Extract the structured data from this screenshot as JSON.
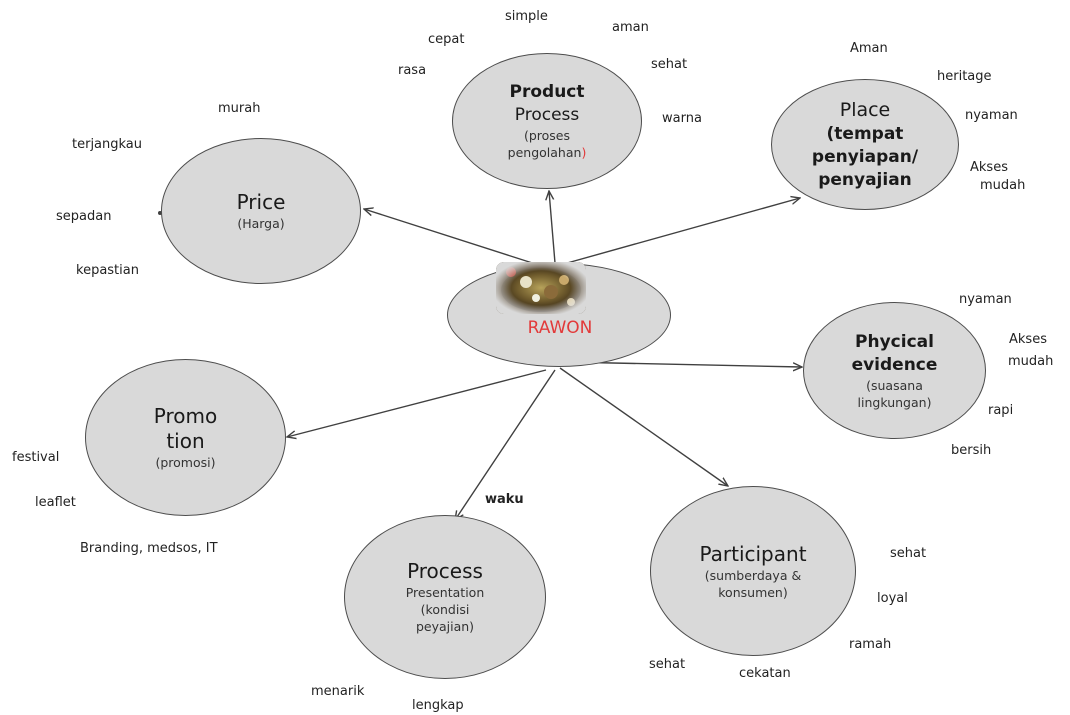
{
  "diagram": {
    "center": {
      "title": "RAWON",
      "color": "#e23a3a"
    },
    "nodes": {
      "product": {
        "title_1": "Product",
        "title_2": "Process",
        "sub_1": "(proses",
        "sub_2": "pengolahan",
        "sub_2_paren": ")"
      },
      "place": {
        "title_1": "Place",
        "title_2": "(tempat",
        "title_3": "penyiapan/",
        "title_4": "penyajian"
      },
      "price": {
        "title": "Price",
        "sub": "(Harga)"
      },
      "physical": {
        "title_1": "Phycical",
        "title_2": "evidence",
        "sub_1": "(suasana",
        "sub_2": "lingkungan)"
      },
      "promotion": {
        "title_1": "Promo",
        "title_2": "tion",
        "sub": "(promosi)"
      },
      "process": {
        "title": "Process",
        "sub_1": "Presentation",
        "sub_2": "(kondisi",
        "sub_3": "peyajian)"
      },
      "participant": {
        "title": "Participant",
        "sub_1": "(sumberdaya &",
        "sub_2": "konsumen)"
      }
    },
    "labels": {
      "product": [
        "simple",
        "aman",
        "cepat",
        "sehat",
        "rasa",
        "warna"
      ],
      "place": [
        "Aman",
        "heritage",
        "nyaman",
        "Akses",
        "mudah"
      ],
      "price": [
        "murah",
        "terjangkau",
        "sepadan",
        "kepastian"
      ],
      "physical": [
        "nyaman",
        "Akses",
        "mudah",
        "rapi",
        "bersih"
      ],
      "promotion": [
        "festival",
        "leaflet",
        "Branding, medsos, IT"
      ],
      "process": [
        "waku",
        "menarik",
        "lengkap"
      ],
      "participant": [
        "sehat",
        "loyal",
        "ramah",
        "cekatan",
        "sehat"
      ]
    },
    "colors": {
      "node_fill": "#d9d9d9",
      "node_border": "#4d4d4d",
      "arrow": "#404040"
    }
  }
}
